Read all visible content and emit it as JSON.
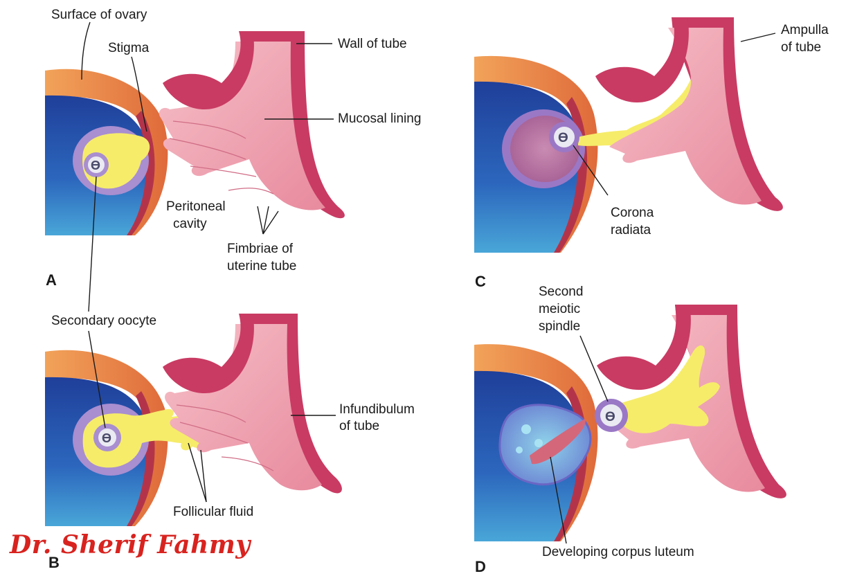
{
  "labels": {
    "surface_of_ovary": "Surface of ovary",
    "stigma": "Stigma",
    "wall_of_tube": "Wall of tube",
    "mucosal_lining": "Mucosal lining",
    "peritoneal_cavity_1": "Peritoneal",
    "peritoneal_cavity_2": "cavity",
    "fimbriae_1": "Fimbriae of",
    "fimbriae_2": "uterine tube",
    "secondary_oocyte": "Secondary oocyte",
    "infundibulum_1": "Infundibulum",
    "infundibulum_2": "of tube",
    "follicular_fluid": "Follicular fluid",
    "ampulla_1": "Ampulla",
    "ampulla_2": "of tube",
    "corona_1": "Corona",
    "corona_2": "radiata",
    "spindle_1": "Second",
    "spindle_2": "meiotic",
    "spindle_3": "spindle",
    "corpus_luteum": "Developing corpus luteum"
  },
  "panels": {
    "a": "A",
    "b": "B",
    "c": "C",
    "d": "D"
  },
  "watermark": "Dr. Sherif Fahmy",
  "colors": {
    "ovary_orange": "#e9894a",
    "ovary_blue": "#2a5fb4",
    "follicle_yellow": "#f6ec6a",
    "tube_wall": "#c93b63",
    "mucosa_pink": "#f0a4b7",
    "watermark_red": "#d8231f"
  }
}
